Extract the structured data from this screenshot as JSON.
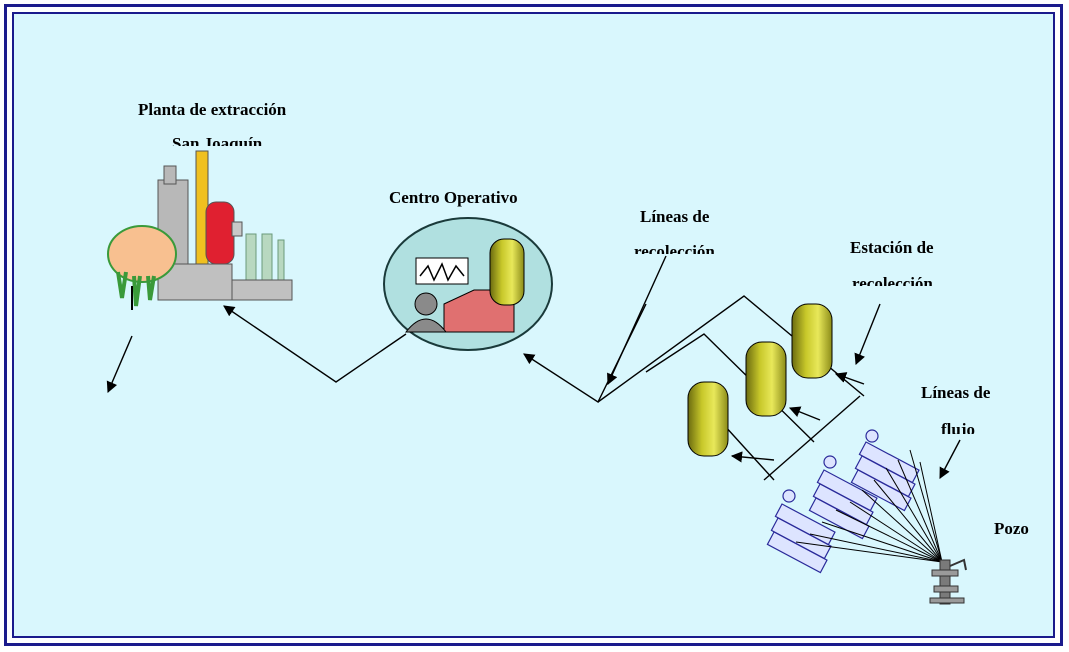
{
  "labels": {
    "planta_line1": "Planta de extracción",
    "planta_line2": "San Joaquín",
    "centro": "Centro Operativo",
    "lineas_recoleccion_1": "Líneas de",
    "lineas_recoleccion_2": "recolección",
    "estacion_1": "Estación de",
    "estacion_2": "recolección",
    "lineas_flujo_1": "Líneas de",
    "lineas_flujo_2": "flujo",
    "pozo": "Pozo"
  },
  "colors": {
    "background": "#d9f7fd",
    "border": "#1a1a8c",
    "tank_fill": "#c8c82a",
    "pipe": "#2a2a9a"
  },
  "icons": [
    "extraction-plant-icon",
    "operations-center-icon",
    "storage-tank-icon",
    "wellhead-icon",
    "manifold-icon"
  ]
}
